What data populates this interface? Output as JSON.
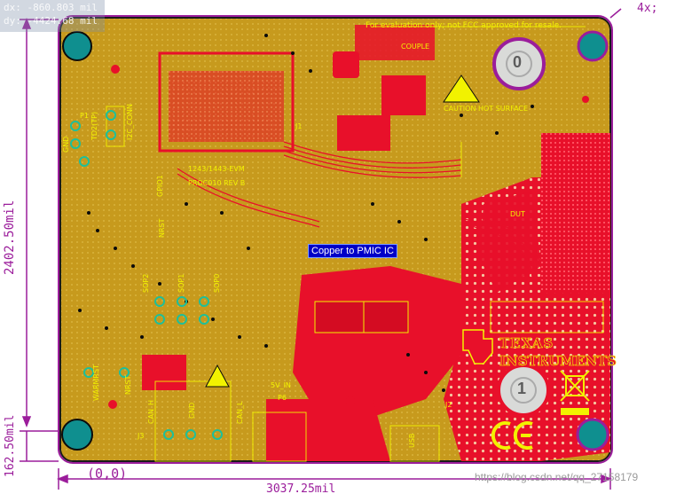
{
  "hud": {
    "line1": "dx:  -860.803 mil",
    "line2": "dy: -4424.68 mil"
  },
  "zoom_label": "4x;",
  "tooltip": "Copper to PMIC IC",
  "board_labels": {
    "notice": "For evaluation only; not FCC approved for resale.",
    "couple": "COUPLE",
    "board_rev": "1243/1443-EVM",
    "board_rev2": "PROC010 REV B",
    "caution": "CAUTION HOT SURFACE",
    "dut": "DUT",
    "j1": "J1",
    "j2": "J2",
    "j3": "J3",
    "p1": "P1",
    "p6": "P6",
    "td2_tp": "TD2(TP)",
    "i2c_conn": "I2C_CONN",
    "gnd_a": "GND",
    "gnd_b": "GND",
    "gpio": "GPIO1",
    "nrst_a": "NRST",
    "sop0": "SOP0",
    "sop1": "SOP1",
    "sop2": "SOP2",
    "warmrst": "WARMRST",
    "nrst_b": "NRST",
    "can_h": "CAN_H",
    "can_l": "CAN_L",
    "fiveV_in": "5V_IN",
    "usb": "USB",
    "ti_brand_top": "TEXAS",
    "ti_brand_bottom": "INSTRUMENTS",
    "ce": "CE",
    "fiducial0": "0",
    "fiducial1": "1"
  },
  "dimensions": {
    "vertical_main": "2402.50mil",
    "vertical_small": "162.50mil",
    "horizontal_origin": "(0,0)",
    "horizontal_main": "3037.25mil"
  },
  "watermark": "https://blog.csdn.net/qq_27158179",
  "colors": {
    "board": "#c79a1d",
    "copper_red": "#e8102a",
    "silkscreen": "#f2f200",
    "outline": "#9b1d9b",
    "mount_hole": "#0f8f8f",
    "tooltip_bg": "#0000c8"
  }
}
